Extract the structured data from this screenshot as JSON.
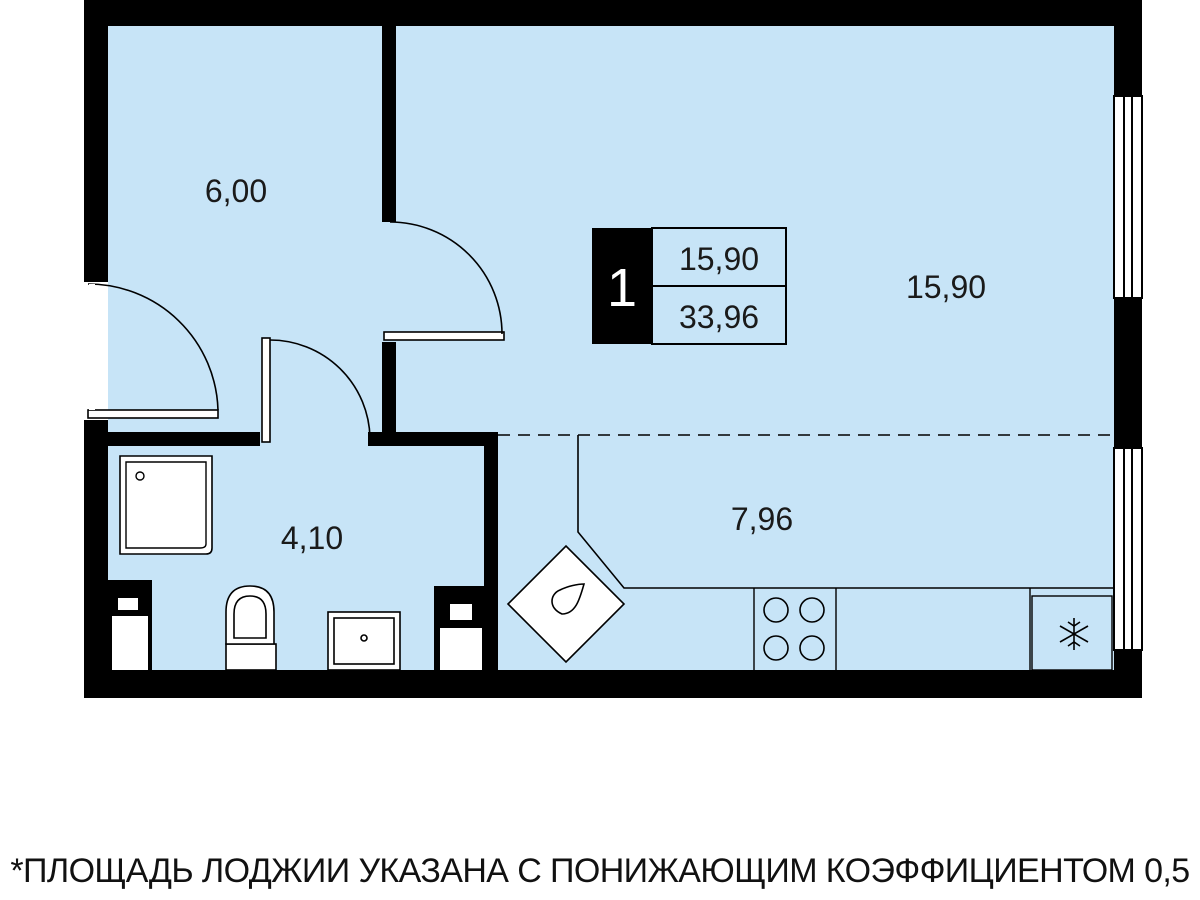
{
  "apartment": {
    "rooms_count": "1",
    "living_area": "15,90",
    "total_area": "33,96"
  },
  "rooms": {
    "hallway": "6,00",
    "living_room": "15,90",
    "bathroom": "4,10",
    "kitchen": "7,96"
  },
  "footnote": "*ПЛОЩАДЬ ЛОДЖИИ УКАЗАНА С ПОНИЖАЮЩИМ КОЭФФИЦИЕНТОМ 0,5",
  "colors": {
    "floor": "#c7e4f7",
    "wall": "#000000",
    "fixture": "#ffffff"
  },
  "icons": {
    "sink_icon": "drop-icon",
    "fridge_icon": "snowflake-icon"
  }
}
